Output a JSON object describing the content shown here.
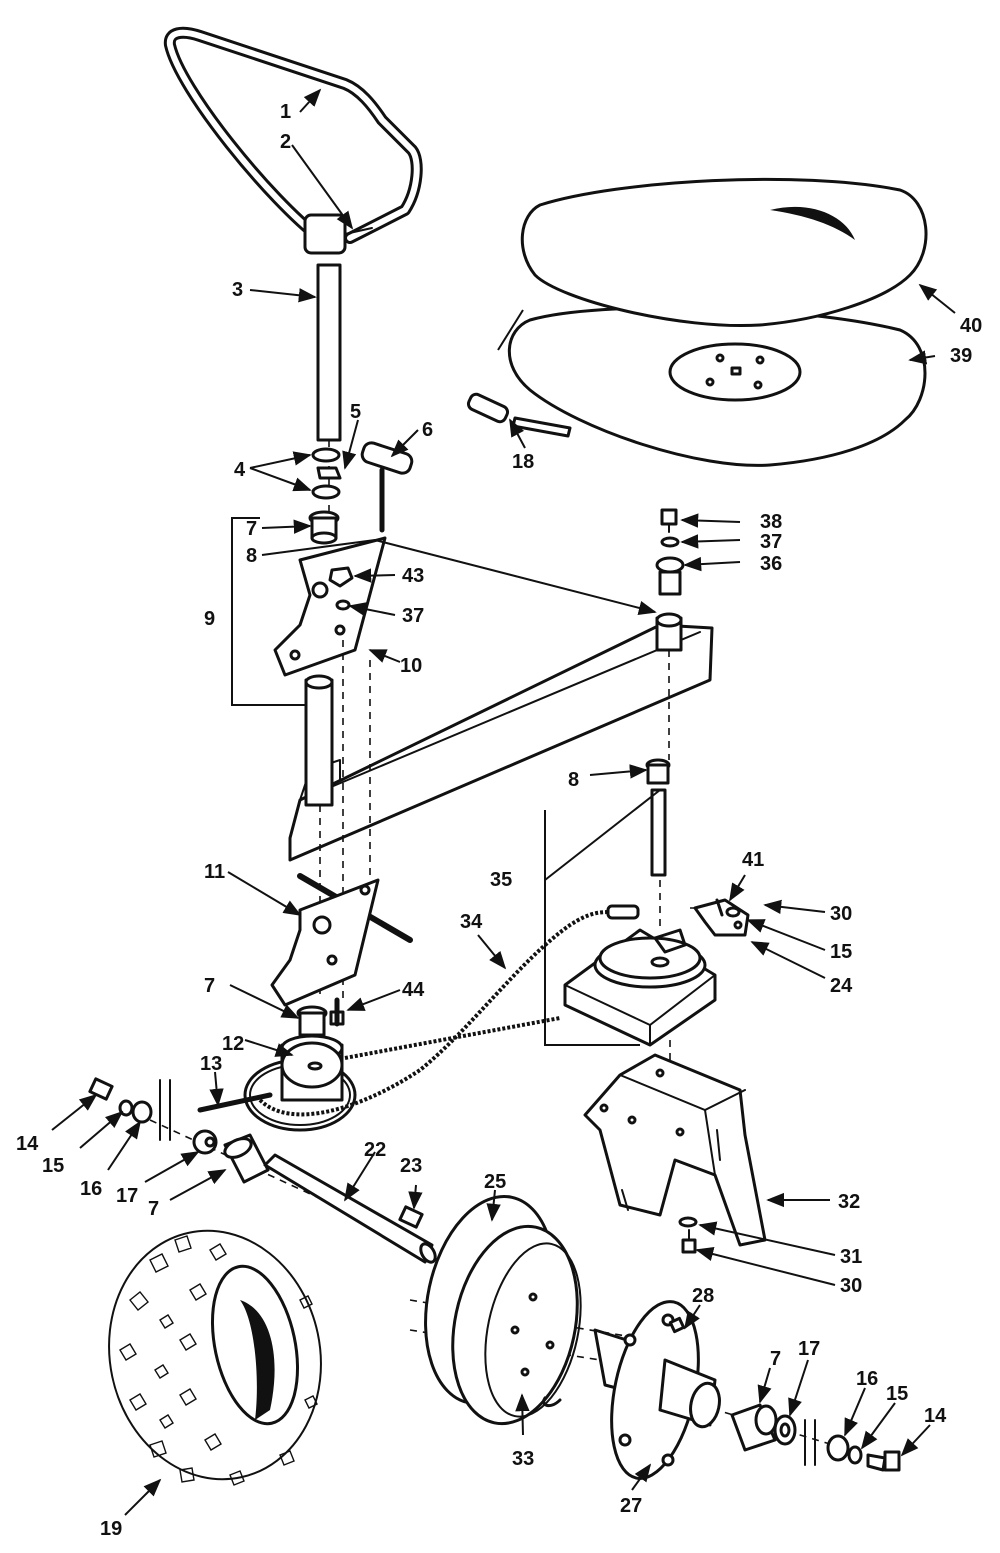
{
  "callouts": {
    "c1": "1",
    "c2": "2",
    "c3": "3",
    "c4": "4",
    "c5": "5",
    "c6": "6",
    "c7": "7",
    "c8": "8",
    "c9": "9",
    "c10": "10",
    "c11": "11",
    "c12": "12",
    "c13": "13",
    "c14": "14",
    "c15": "15",
    "c16": "16",
    "c17": "17",
    "c18": "18",
    "c19": "19",
    "c22": "22",
    "c23": "23",
    "c24": "24",
    "c25": "25",
    "c27": "27",
    "c28": "28",
    "c30": "30",
    "c31": "31",
    "c32": "32",
    "c33": "33",
    "c34": "34",
    "c35": "35",
    "c36": "36",
    "c37": "37",
    "c38": "38",
    "c39": "39",
    "c40": "40",
    "c41": "41",
    "c43": "43",
    "c44": "44"
  }
}
